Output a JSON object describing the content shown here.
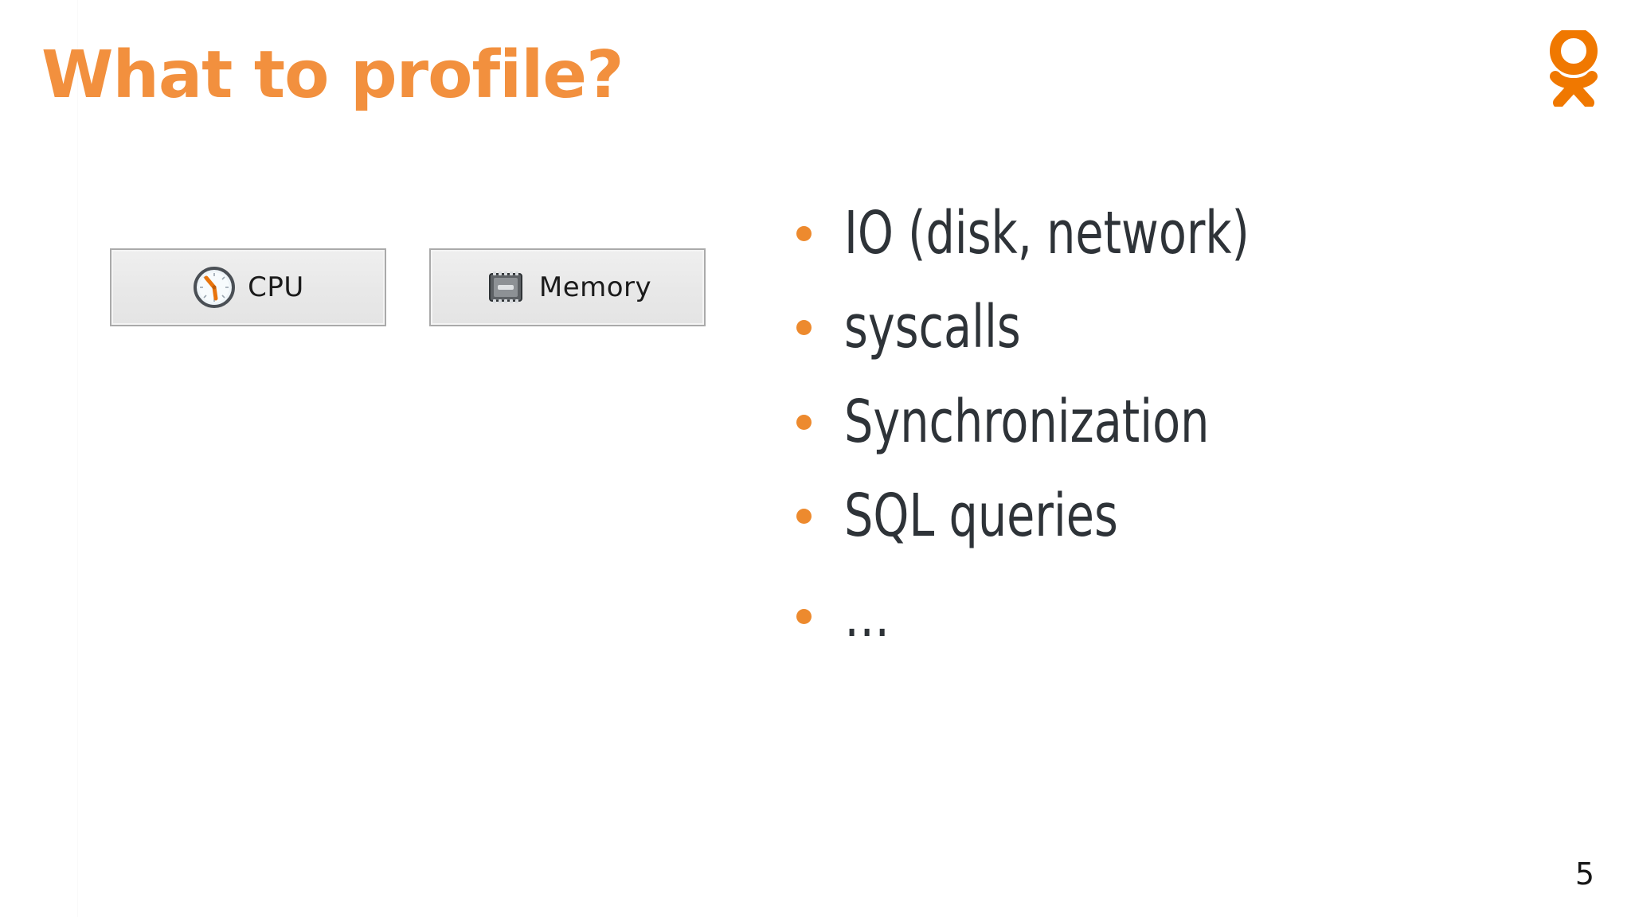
{
  "slide": {
    "title": "What to profile?",
    "page_number": "5",
    "background_color": "#ffffff",
    "accent_color": "#F2903E",
    "bullet_color": "#ED8A2E",
    "text_color": "#2E3338"
  },
  "logo": {
    "name": "odnoklassniki-logo",
    "color": "#F07800"
  },
  "toolbar": {
    "buttons": [
      {
        "label": "CPU",
        "icon": "clock-icon"
      },
      {
        "label": "Memory",
        "icon": "memory-chip-icon"
      }
    ]
  },
  "bullets": [
    {
      "text": "IO (disk, network)"
    },
    {
      "text": "syscalls"
    },
    {
      "text": "Synchronization"
    },
    {
      "text": "SQL queries"
    },
    {
      "text": "…"
    }
  ]
}
